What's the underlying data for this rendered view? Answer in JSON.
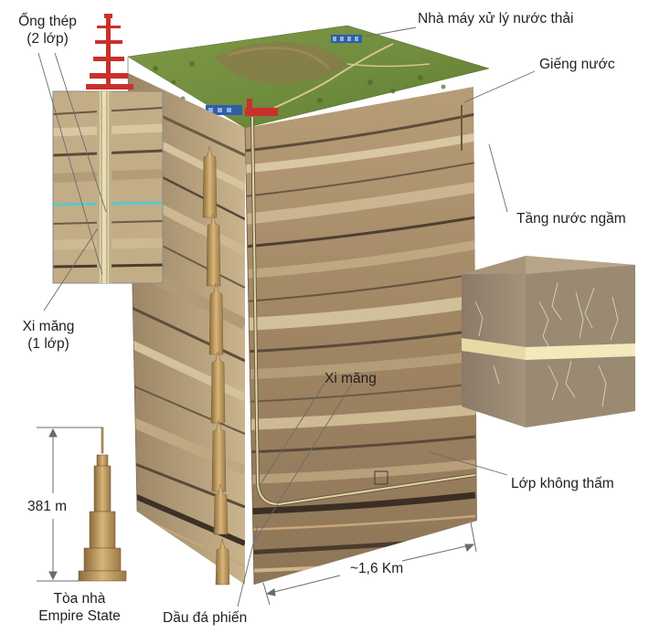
{
  "labels": {
    "steel_casing_line1": "Ống thép",
    "steel_casing_line2": "(2 lớp)",
    "cement_layer_line1": "Xi măng",
    "cement_layer_line2": "(1 lớp)",
    "wastewater_plant": "Nhà máy xử lý nước thải",
    "water_well": "Giếng nước",
    "aquifer": "Tầng nước ngầm",
    "cement": "Xi măng",
    "impermeable_layer": "Lớp không thấm",
    "distance": "~1,6 Km",
    "shale_oil": "Dầu đá phiến",
    "height": "381 m",
    "empire_line1": "Tòa nhà",
    "empire_line2": "Empire State"
  },
  "colors": {
    "grass": "#6e8a3c",
    "soil": "#a7865c",
    "rock_light": "#d2c09a",
    "rock_dark": "#5a4a38",
    "water": "#5fc6c9",
    "tower": "#c29a5a",
    "rig": "#c9302c",
    "pipe": "#e2d5a8",
    "leader": "#6b6b6b"
  }
}
